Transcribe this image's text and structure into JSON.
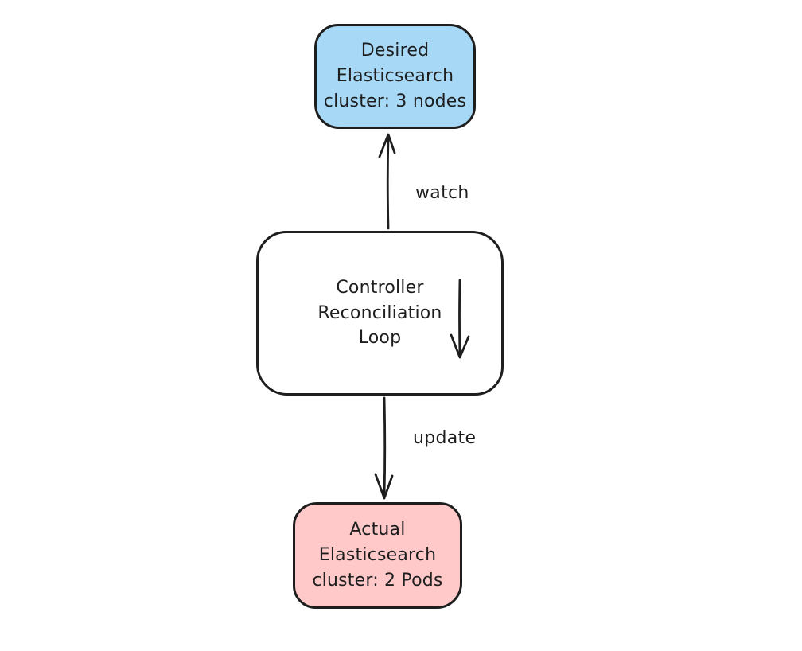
{
  "colors": {
    "background": "#ffffff",
    "stroke": "#1e1e1e",
    "text": "#1e1e1e",
    "desired_fill": "#a7d9f7",
    "controller_fill": "#ffffff",
    "actual_fill": "#ffc9c9"
  },
  "nodes": {
    "desired": {
      "label": "Desired\nElasticsearch\ncluster: 3 nodes"
    },
    "controller": {
      "label": "Controller\nReconciliation\nLoop"
    },
    "actual": {
      "label": "Actual\nElasticsearch\ncluster: 2 Pods"
    }
  },
  "edges": {
    "watch": {
      "label": "watch",
      "from": "controller",
      "to": "desired",
      "direction": "up"
    },
    "update": {
      "label": "update",
      "from": "controller",
      "to": "actual",
      "direction": "down"
    },
    "reconcile_loop": {
      "label": "",
      "direction": "down",
      "location": "inside controller box"
    }
  }
}
